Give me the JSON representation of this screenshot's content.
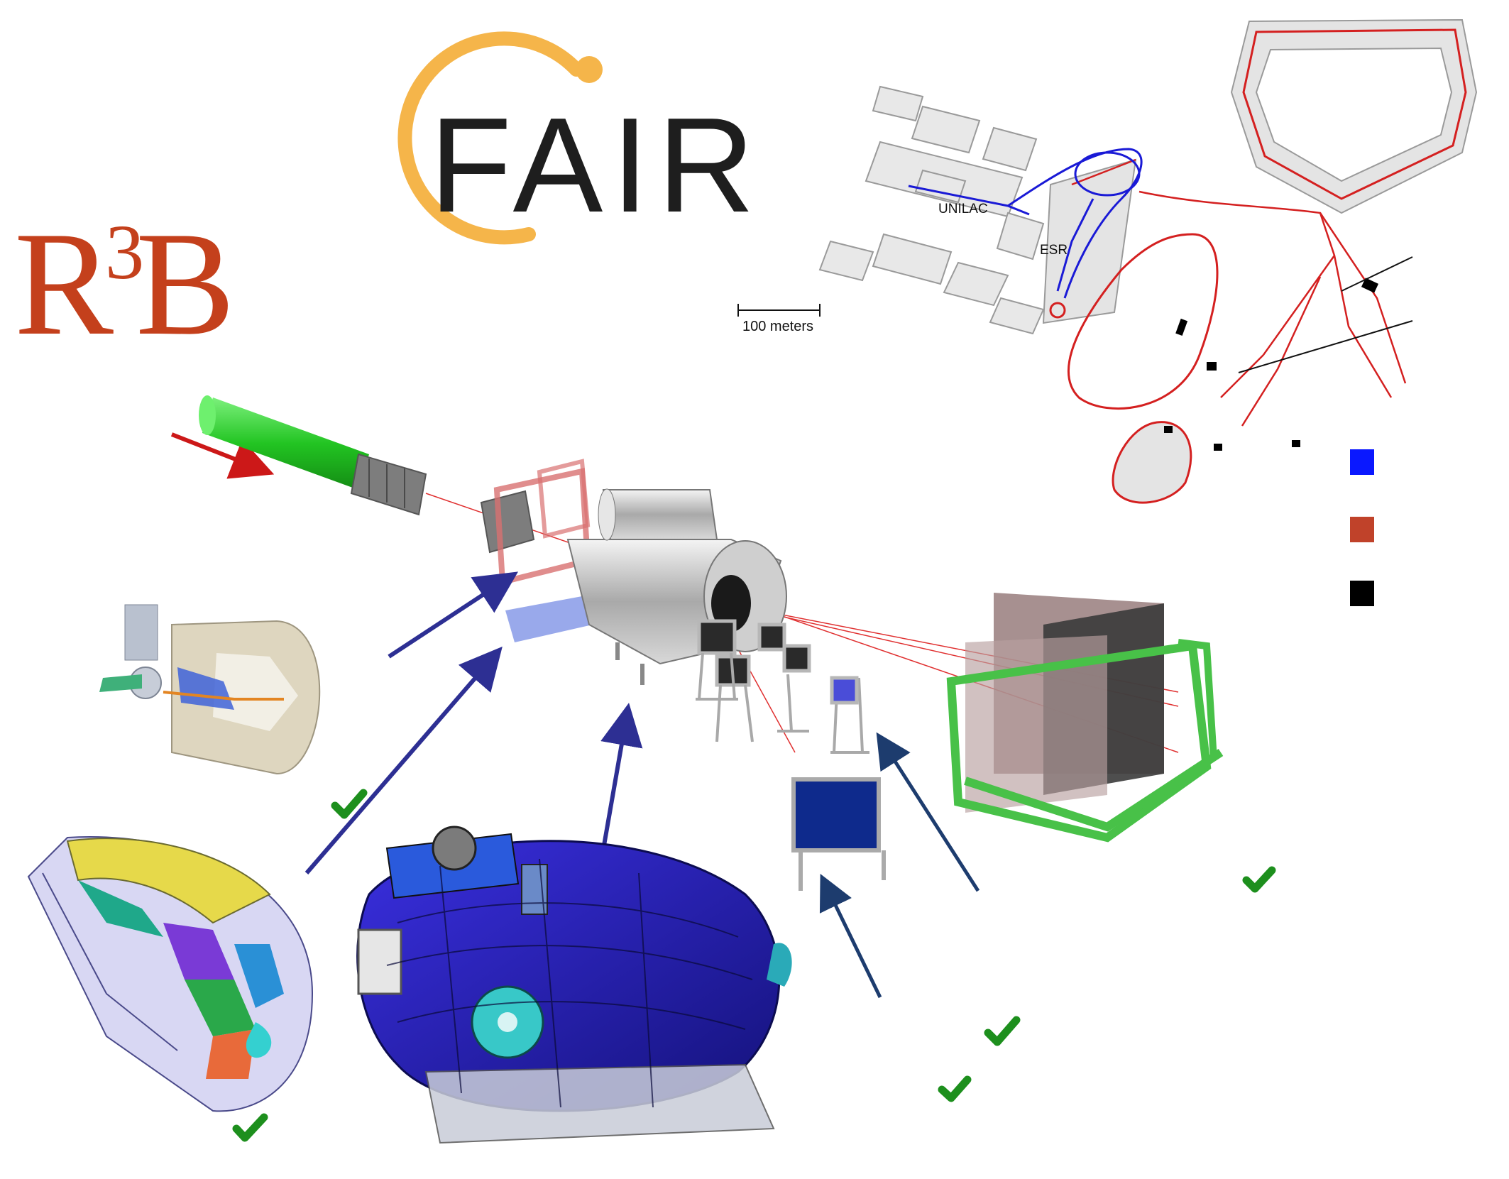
{
  "logos": {
    "r3b": {
      "r": "R",
      "sup": "3",
      "b": "B"
    },
    "fair": "FAIR"
  },
  "facility_map": {
    "labels": {
      "unilac": "UNILAC",
      "esr": "ESR"
    },
    "scale_bar": "100 meters"
  },
  "colors": {
    "legend_blue": "#0a18ff",
    "legend_orange": "#c0422a",
    "legend_black": "#000000",
    "beam_pipe_green": "#2fd12f",
    "check_green": "#1d8f1d",
    "arrow_navy": "#2d2f93",
    "ring_red": "#d42020",
    "linac_blue": "#1a1ad6"
  },
  "icons": [
    "check-icon",
    "arrow-icon"
  ]
}
